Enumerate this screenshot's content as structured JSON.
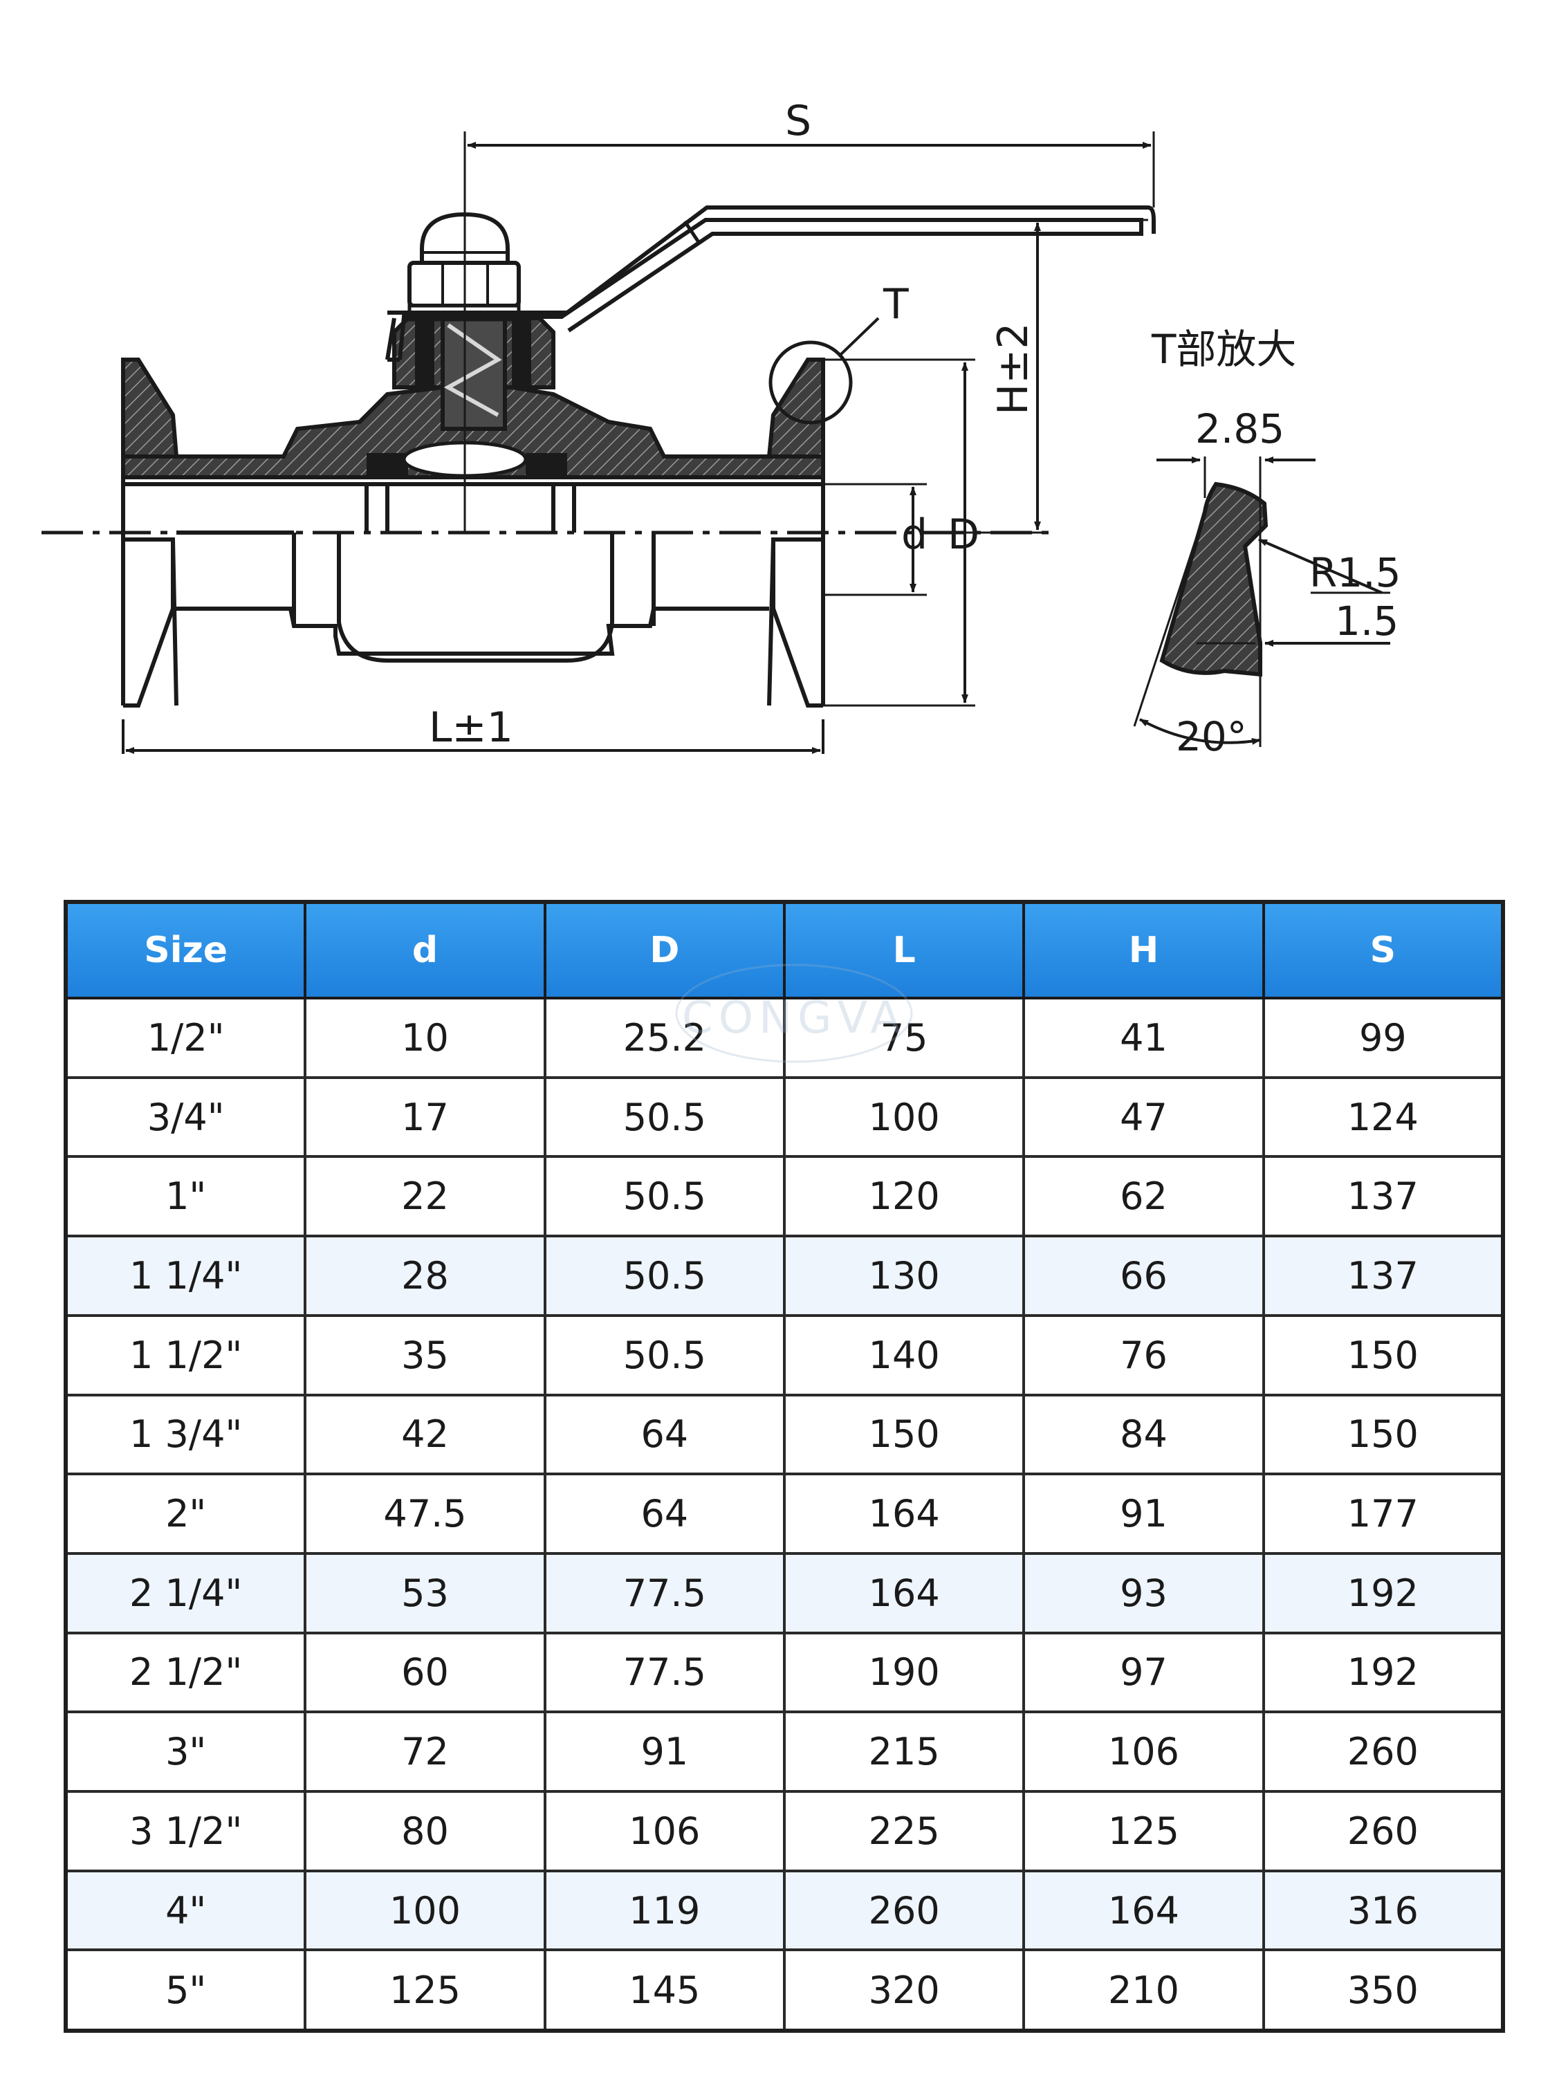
{
  "diagram": {
    "labels": {
      "S": "S",
      "T": "T",
      "H": "H±2",
      "d": "d",
      "D": "D",
      "L": "L±1",
      "detail_title": "T部放大",
      "dim_285": "2.85",
      "dim_r15": "R1.5",
      "dim_15": "1.5",
      "dim_20": "20°"
    }
  },
  "table": {
    "headers": [
      "Size",
      "d",
      "D",
      "L",
      "H",
      "S"
    ],
    "rows": [
      [
        "1/2\"",
        "10",
        "25.2",
        "75",
        "41",
        "99"
      ],
      [
        "3/4\"",
        "17",
        "50.5",
        "100",
        "47",
        "124"
      ],
      [
        "1\"",
        "22",
        "50.5",
        "120",
        "62",
        "137"
      ],
      [
        "1 1/4\"",
        "28",
        "50.5",
        "130",
        "66",
        "137"
      ],
      [
        "1 1/2\"",
        "35",
        "50.5",
        "140",
        "76",
        "150"
      ],
      [
        "1 3/4\"",
        "42",
        "64",
        "150",
        "84",
        "150"
      ],
      [
        "2\"",
        "47.5",
        "64",
        "164",
        "91",
        "177"
      ],
      [
        "2 1/4\"",
        "53",
        "77.5",
        "164",
        "93",
        "192"
      ],
      [
        "2 1/2\"",
        "60",
        "77.5",
        "190",
        "97",
        "192"
      ],
      [
        "3\"",
        "72",
        "91",
        "215",
        "106",
        "260"
      ],
      [
        "3 1/2\"",
        "80",
        "106",
        "225",
        "125",
        "260"
      ],
      [
        "4\"",
        "100",
        "119",
        "260",
        "164",
        "316"
      ],
      [
        "5\"",
        "125",
        "145",
        "320",
        "210",
        "350"
      ]
    ],
    "shaded_rows": [
      3,
      7,
      11
    ],
    "header_color": "#2a8de6"
  },
  "watermark": "CONGVA"
}
